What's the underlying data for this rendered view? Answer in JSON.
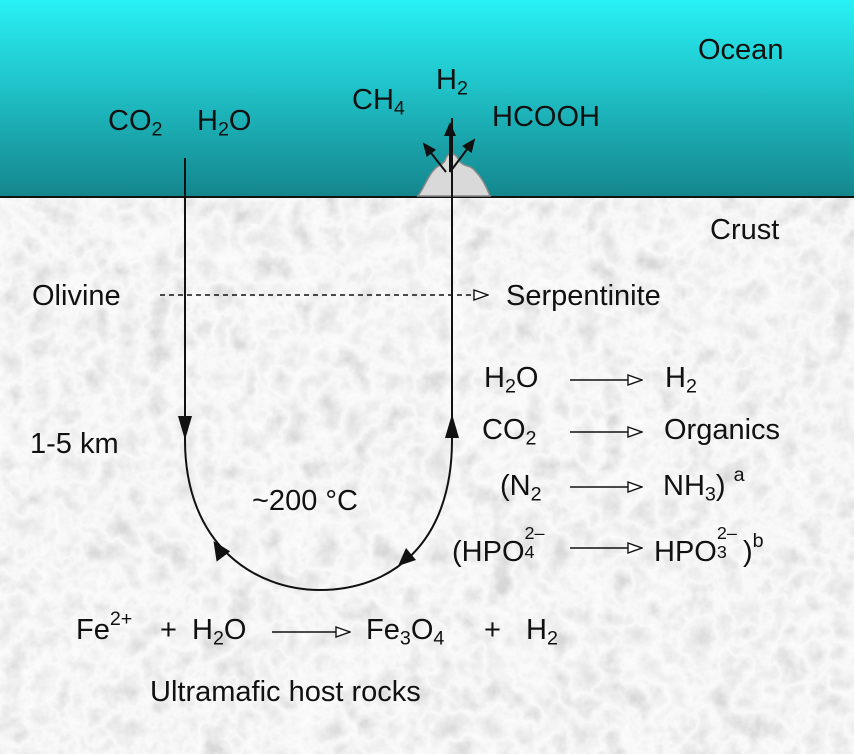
{
  "zones": {
    "ocean": "Ocean",
    "crust": "Crust"
  },
  "inputs": {
    "co2": {
      "base": "CO",
      "sub": "2"
    },
    "h2o": {
      "base": "H",
      "sub": "2",
      "tail": "O"
    }
  },
  "products": {
    "ch4": {
      "base": "CH",
      "sub": "4"
    },
    "h2": {
      "base": "H",
      "sub": "2"
    },
    "hcooh": "HCOOH"
  },
  "serpentinization": {
    "from": "Olivine",
    "to": "Serpentinite"
  },
  "depth_label": "1-5 km",
  "temperature_label": "~200 °C",
  "reactions": [
    {
      "left": {
        "base": "H",
        "sub": "2",
        "tail": "O"
      },
      "right": {
        "base": "H",
        "sub": "2"
      }
    },
    {
      "left": {
        "base": "CO",
        "sub": "2"
      },
      "right": {
        "text": "Organics"
      }
    },
    {
      "left": {
        "open": "(N",
        "sub": "2"
      },
      "right": {
        "base": "NH",
        "sub": "3",
        "tail": ")",
        "note": "a"
      }
    },
    {
      "left": {
        "open": "(HPO",
        "sub": "4",
        "sup": "2–"
      },
      "right": {
        "base": "HPO",
        "sub": "3",
        "sup": "2–",
        "tail": ")",
        "note": "b"
      }
    }
  ],
  "iron_reaction": {
    "fe": {
      "base": "Fe",
      "sup": "2+"
    },
    "plus1": "+",
    "water": {
      "base": "H",
      "sub": "2",
      "tail": "O"
    },
    "magnetite": {
      "base": "Fe",
      "sub1": "3",
      "mid": "O",
      "sub2": "4"
    },
    "plus2": "+",
    "hydrogen": {
      "base": "H",
      "sub": "2"
    }
  },
  "host_rock_label": "Ultramafic host rocks"
}
